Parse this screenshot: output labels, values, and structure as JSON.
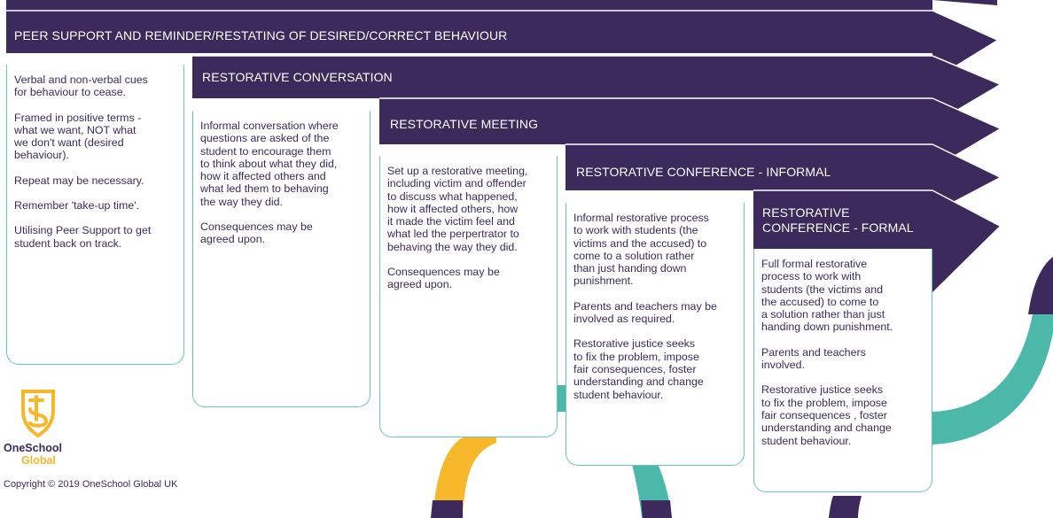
{
  "stages": [
    {
      "title": "PEER SUPPORT AND REMINDER/RESTATING OF DESIRED/CORRECT BEHAVIOUR",
      "paragraphs": [
        "Verbal and non-verbal cues\nfor behaviour to cease.",
        "Framed in positive terms -\nwhat we want, NOT what\nwe don't want (desired\nbehaviour).",
        "Repeat may be necessary.",
        "Remember 'take-up time'.",
        "Utilising Peer Support to get\nstudent back on track."
      ]
    },
    {
      "title": "RESTORATIVE CONVERSATION",
      "paragraphs": [
        "Informal conversation where\nquestions are asked of the\nstudent to encourage them\nto think about what they did,\nhow it affected others and\nwhat led them to behaving\nthe way they did.",
        "Consequences may be\nagreed upon."
      ]
    },
    {
      "title": "RESTORATIVE MEETING",
      "paragraphs": [
        "Set up a restorative meeting,\nincluding victim and offender\nto discuss what happened,\nhow it affected others, how\nit made the victim feel and\nwhat led the perpertrator to\nbehaving the way they did.",
        "Consequences may be\nagreed upon."
      ]
    },
    {
      "title": "RESTORATIVE CONFERENCE - INFORMAL",
      "paragraphs": [
        "Informal restorative process\nto work with students (the\nvictims and the accused) to\ncome to a solution rather\nthan just handing down\npunishment.",
        "Parents and teachers may be\ninvolved as required.",
        "Restorative justice seeks\nto fix the problem, impose\nfair consequences, foster\nunderstanding and change\nstudent behaviour."
      ]
    },
    {
      "title": "RESTORATIVE\nCONFERENCE - FORMAL",
      "paragraphs": [
        "Full formal restorative\nprocess to work with\nstudents (the victims and\nthe accused) to come to\na solution rather than just\nhanding down punishment.",
        "Parents and teachers\ninvolved.",
        "Restorative justice seeks\nto fix the problem, impose\nfair consequences , foster\nunderstanding and change\nstudent behaviour."
      ]
    }
  ],
  "logo": {
    "name_line1": "OneSchool",
    "name_line2": "Global",
    "icon": "oneschool-shield-logo"
  },
  "copyright": "Copyright © 2019 OneSchool Global UK",
  "colors": {
    "banner": "#3b2a5b",
    "box_border": "#6cc3b8",
    "text": "#3b2a5b",
    "teal": "#4bb8a9",
    "yellow": "#f6b72a",
    "purple": "#3b2a5b"
  }
}
